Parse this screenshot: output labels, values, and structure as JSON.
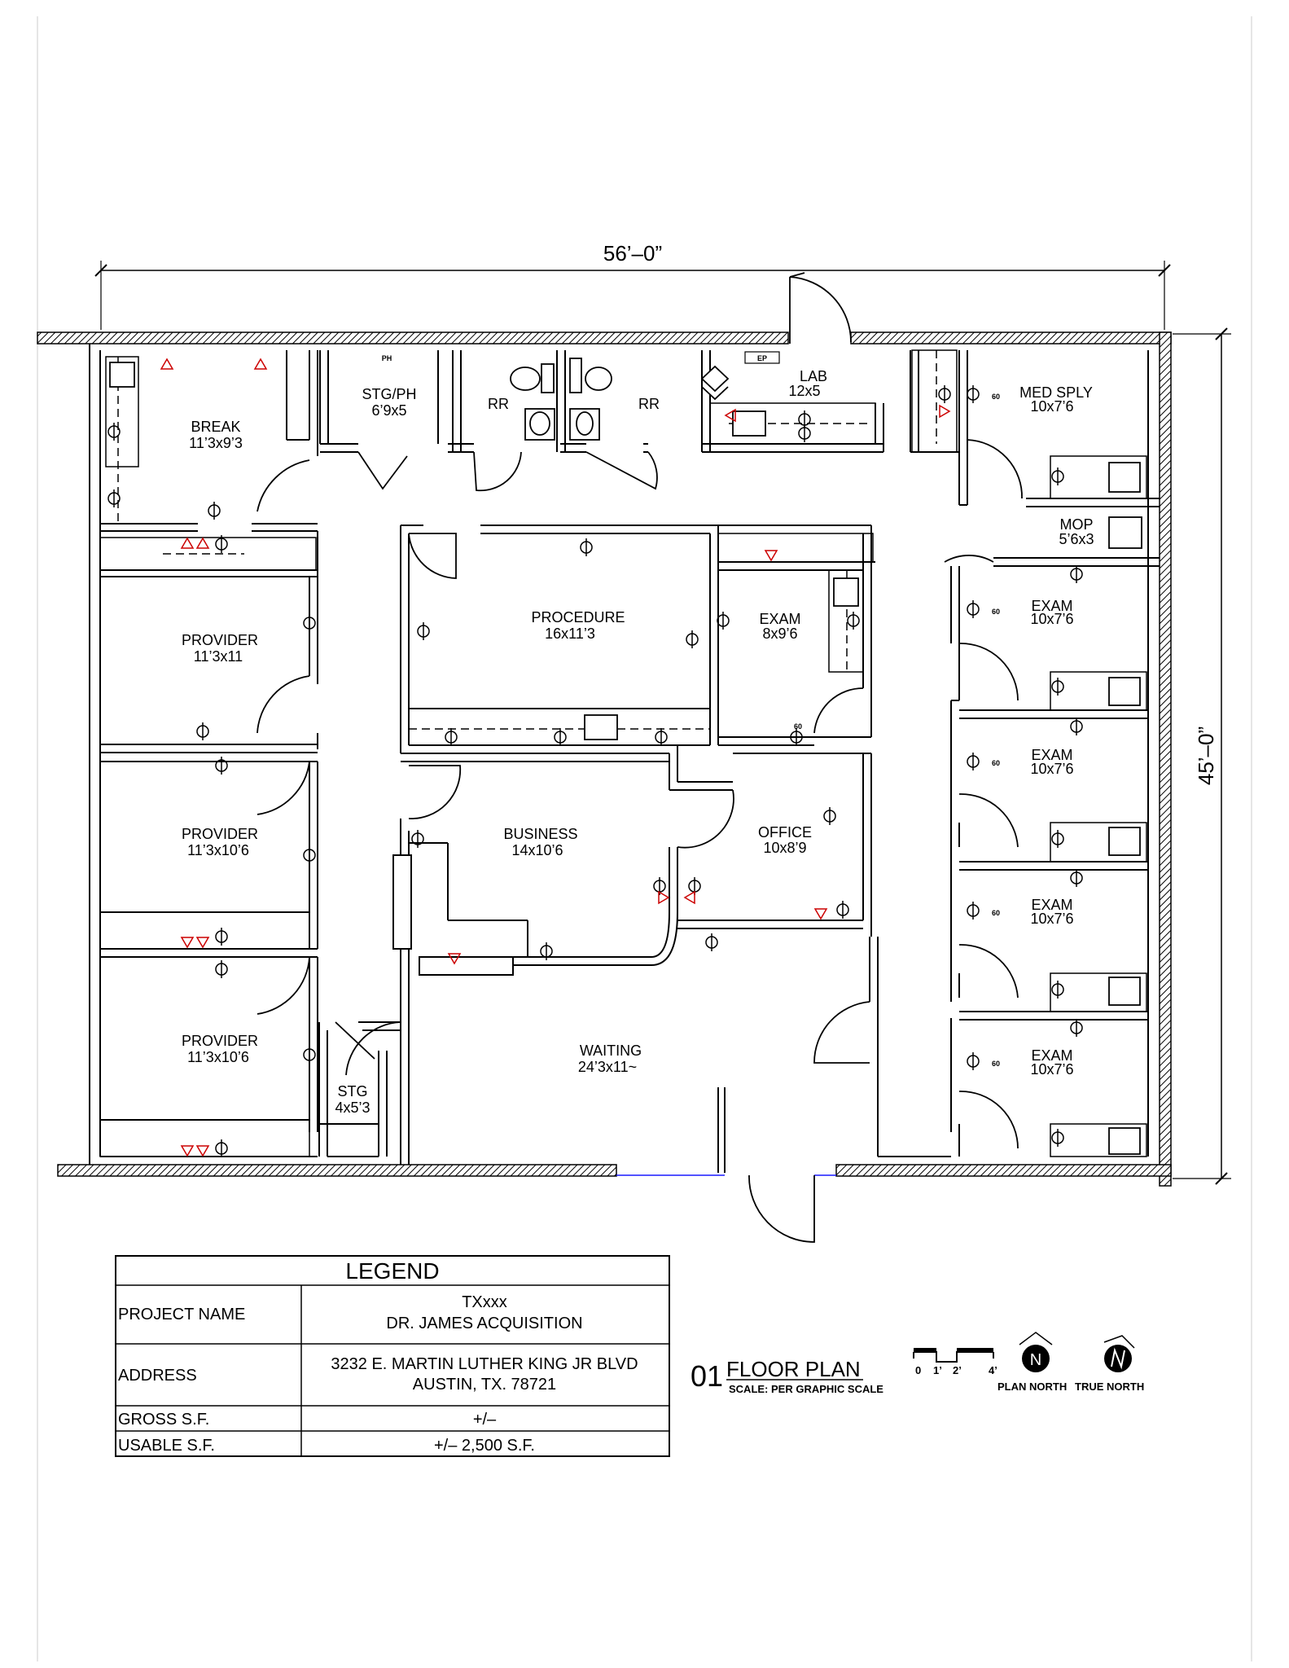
{
  "plan": {
    "width_dim": "56’–0”",
    "height_dim": "45’–0”"
  },
  "rooms": [
    {
      "name": "BREAK",
      "size": "11’3x9’3"
    },
    {
      "name": "STG/PH",
      "size": "6’9x5"
    },
    {
      "name": "RR",
      "size": ""
    },
    {
      "name": "RR",
      "size": ""
    },
    {
      "name": "LAB",
      "size": "12x5"
    },
    {
      "name": "MED SPLY",
      "size": "10x7’6"
    },
    {
      "name": "MOP",
      "size": "5’6x3"
    },
    {
      "name": "PROVIDER",
      "size": "11’3x11"
    },
    {
      "name": "PROCEDURE",
      "size": "16x11’3"
    },
    {
      "name": "EXAM",
      "size": "8x9’6"
    },
    {
      "name": "EXAM",
      "size": "10x7’6"
    },
    {
      "name": "EXAM",
      "size": "10x7’6"
    },
    {
      "name": "PROVIDER",
      "size": "11’3x10’6"
    },
    {
      "name": "BUSINESS",
      "size": "14x10’6"
    },
    {
      "name": "OFFICE",
      "size": "10x8’9"
    },
    {
      "name": "EXAM",
      "size": "10x7’6"
    },
    {
      "name": "EXAM",
      "size": "10x7’6"
    },
    {
      "name": "PROVIDER",
      "size": "11’3x10’6"
    },
    {
      "name": "STG",
      "size": "4x5’3"
    },
    {
      "name": "WAITING",
      "size": "24’3x11~"
    }
  ],
  "tags": {
    "ph": "PH",
    "ep": "EP",
    "sixty": "60"
  },
  "legend": {
    "title": "LEGEND",
    "rows": [
      {
        "label": "PROJECT NAME",
        "value_line1": "TXxxx",
        "value_line2": "DR. JAMES ACQUISITION"
      },
      {
        "label": "ADDRESS",
        "value_line1": "3232 E. MARTIN LUTHER KING JR BLVD",
        "value_line2": "AUSTIN, TX. 78721"
      },
      {
        "label": "GROSS S.F.",
        "value_line1": "+/–",
        "value_line2": ""
      },
      {
        "label": "USABLE S.F.",
        "value_line1": "+/– 2,500 S.F.",
        "value_line2": ""
      }
    ]
  },
  "title_block": {
    "number": "01",
    "title": "FLOOR PLAN",
    "scale": "SCALE: PER GRAPHIC SCALE",
    "scale_ticks": [
      "0",
      "1’",
      "2’",
      "4’"
    ],
    "plan_north": "PLAN NORTH",
    "true_north": "TRUE NORTH",
    "north_letter": "N"
  },
  "colors": {
    "line": "#000000",
    "hatch": "#000000",
    "device": "#cc0000",
    "window": "#1a1aff"
  }
}
